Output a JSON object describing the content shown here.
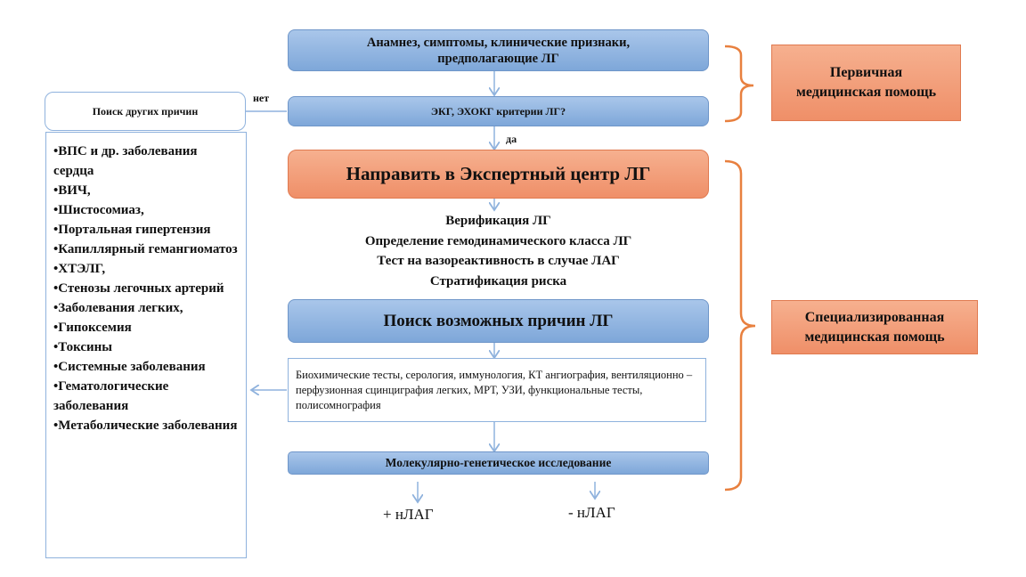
{
  "boxes": {
    "anamnesis": "Анамнез, симптомы,  клинические  признаки, предполагающие ЛГ",
    "ecg": "ЭКГ, ЭХОКГ критерии ЛГ?",
    "refer": "Направить в Экспертный центр ЛГ",
    "search_causes": "Поиск возможных причин ЛГ",
    "tests": "Биохимические тесты, серология, иммунология, КТ ангиография, вентиляционно – перфузионная сцинциграфия легких, МРТ, УЗИ, функциональные тесты, полисомнография",
    "molecular": "Молекулярно-генетическое исследование",
    "other_causes": "Поиск других причин"
  },
  "edge_labels": {
    "no": "нет",
    "yes": "да"
  },
  "expert_tasks": [
    "Верификация ЛГ",
    "Определение гемодинамического класса  ЛГ",
    "Тест на вазореактивность  в случае  ЛАГ",
    "Стратификация  риска"
  ],
  "outcomes": {
    "positive": "+ нЛАГ",
    "negative": "- нЛАГ"
  },
  "care_levels": {
    "primary": "Первичная медицинская помощь",
    "specialized": "Специализированная медицинская помощь"
  },
  "causes_list": [
    "•ВПС и др. заболевания сердца",
    "•ВИЧ,",
    "•Шистосомиаз,",
    "•Портальная гипертензия",
    "•Капиллярный гемангиоматоз",
    "•ХТЭЛГ,",
    "•Стенозы легочных артерий",
    "•Заболевания легких,",
    "•Гипоксемия",
    "•Токсины",
    "•Системные заболевания",
    "•Гематологические заболевания",
    "•Метаболические заболевания"
  ],
  "colors": {
    "box_blue": "#8fb2e0",
    "box_orange": "#f39a74",
    "brace_orange": "#e8803f",
    "arrow": "#8fb2dd"
  }
}
